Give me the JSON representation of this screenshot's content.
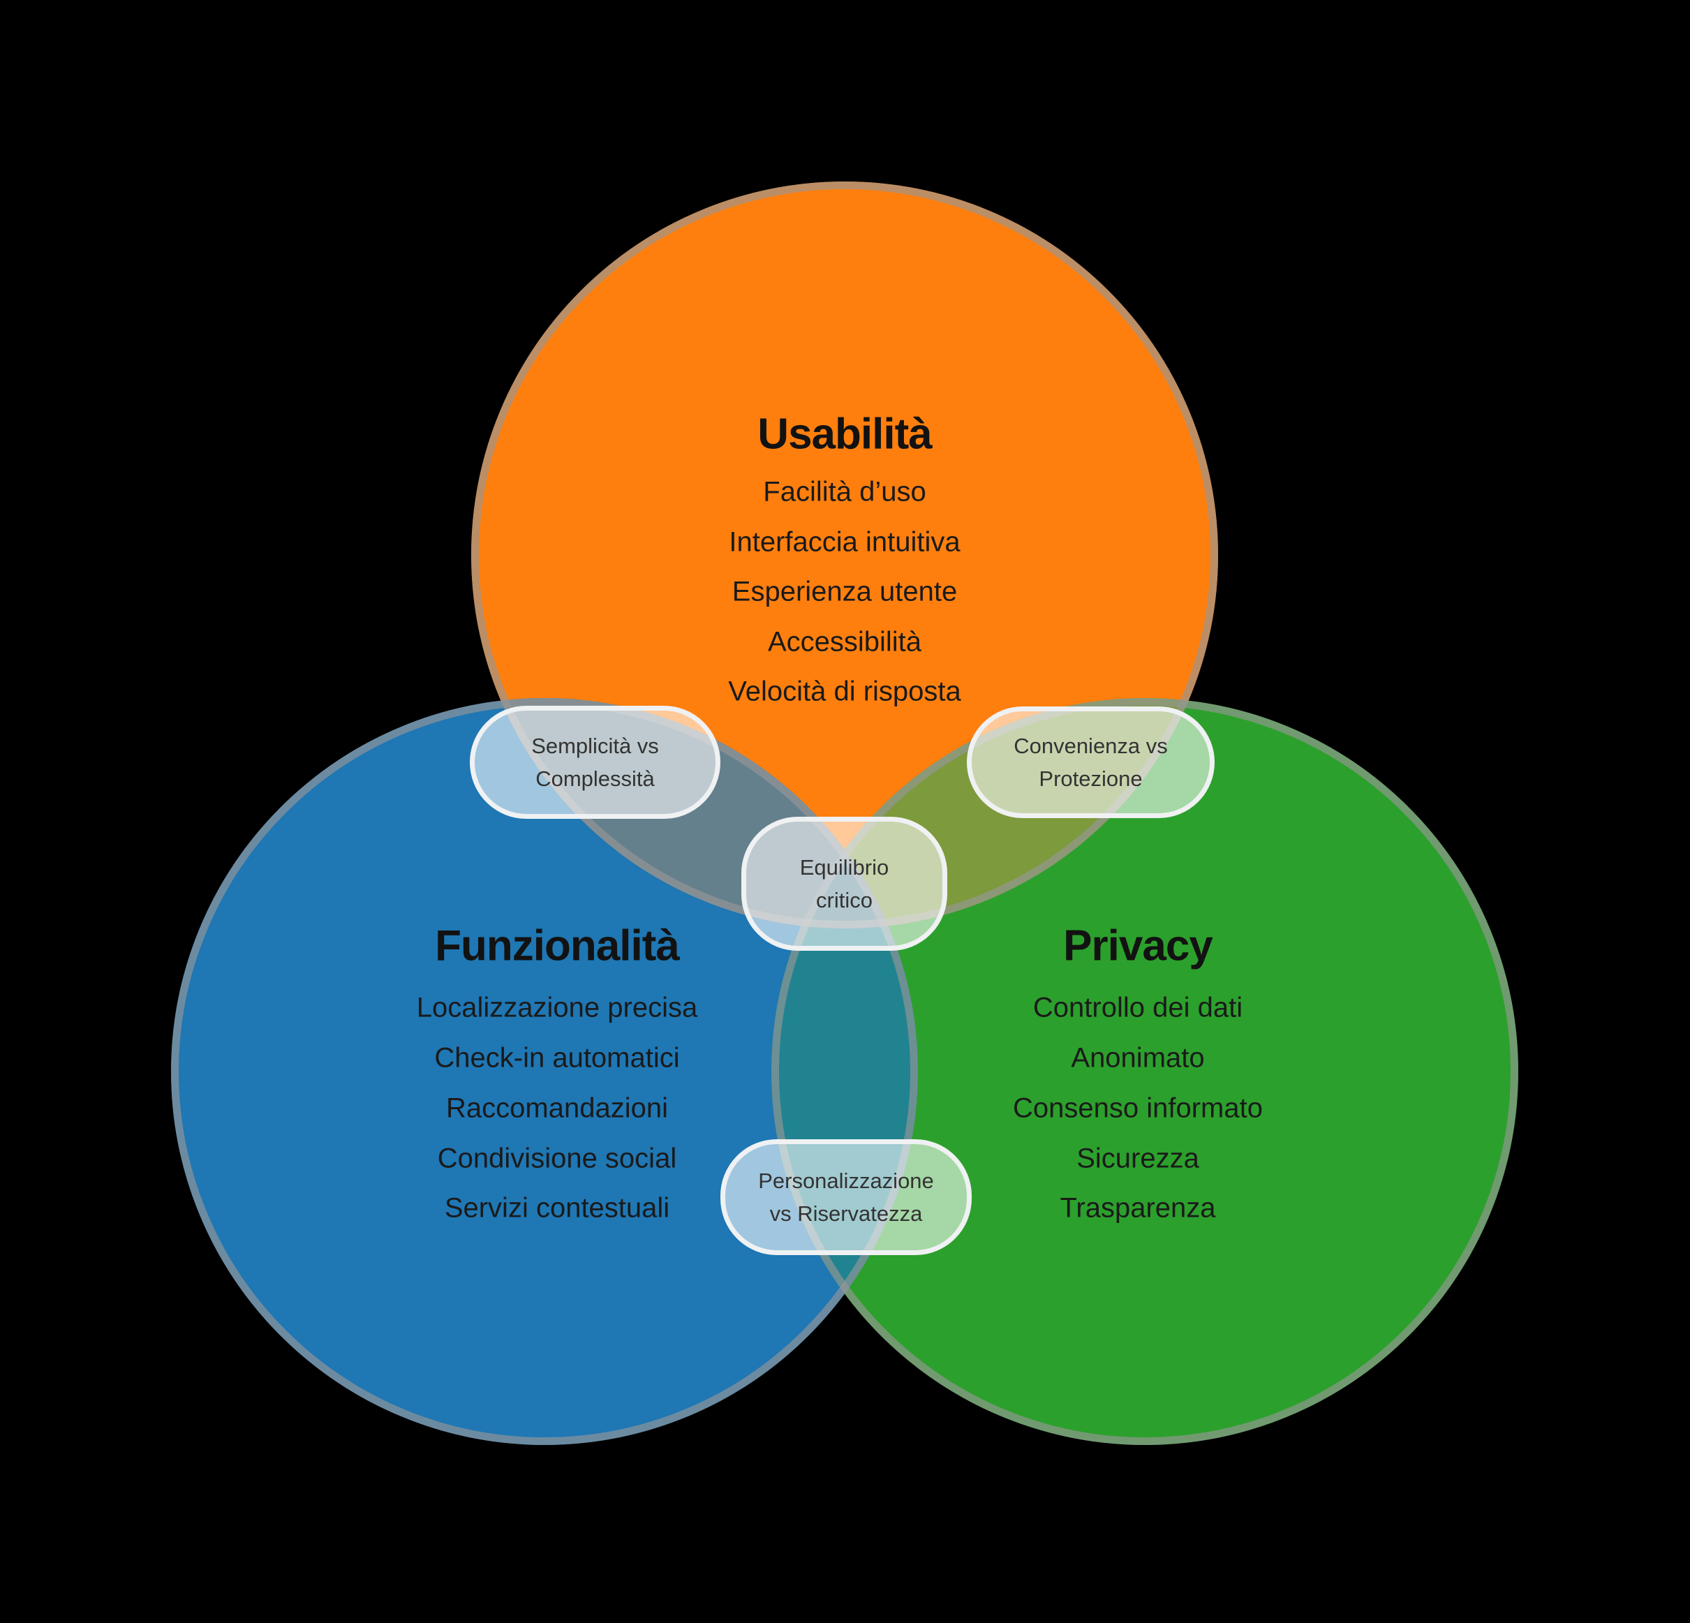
{
  "diagram": {
    "type": "venn",
    "background": "#000000",
    "circles": [
      {
        "id": "usability",
        "title": "Usabilità",
        "color": "#FF7F0E",
        "items": [
          "Facilità d’uso",
          "Interfaccia intuitiva",
          "Esperienza utente",
          "Accessibilità",
          "Velocità di risposta"
        ]
      },
      {
        "id": "functionality",
        "title": "Funzionalità",
        "color": "#1F77B4",
        "items": [
          "Localizzazione precisa",
          "Check-in automatici",
          "Raccomandazioni",
          "Condivisione social",
          "Servizi contestuali"
        ]
      },
      {
        "id": "privacy",
        "title": "Privacy",
        "color": "#2CA02C",
        "items": [
          "Controllo dei dati",
          "Anonimato",
          "Consenso informato",
          "Sicurezza",
          "Trasparenza"
        ]
      }
    ],
    "overlap_colors": {
      "usability_functionality": "#64808C",
      "usability_privacy": "#7D9A3C",
      "functionality_privacy": "#218390",
      "center": "#4A7F8C"
    },
    "overlap_labels": [
      {
        "id": "usability-functionality",
        "line1": "Semplicità vs",
        "line2": "Complessità"
      },
      {
        "id": "usability-privacy",
        "line1": "Convenienza vs",
        "line2": "Protezione"
      },
      {
        "id": "center",
        "line1": "Equilibrio",
        "line2": "critico"
      },
      {
        "id": "functionality-privacy",
        "line1": "Personalizzazione",
        "line2": "vs Riservatezza"
      }
    ]
  }
}
